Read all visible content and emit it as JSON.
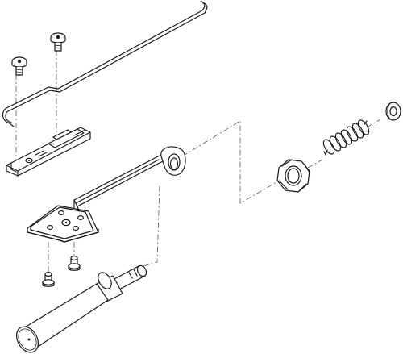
{
  "diagram": {
    "type": "exploded-assembly",
    "colors": {
      "line": "#1a1a1a",
      "background": "#ffffff",
      "centerline": "#555555"
    },
    "parts": [
      "bent-wire-rod",
      "mounting-screw",
      "mounting-screw",
      "slide-latch-bracket",
      "lever-arm-plate",
      "rivet",
      "rivet",
      "handle-knob",
      "hex-nut",
      "coil-spring",
      "flat-washer"
    ]
  }
}
